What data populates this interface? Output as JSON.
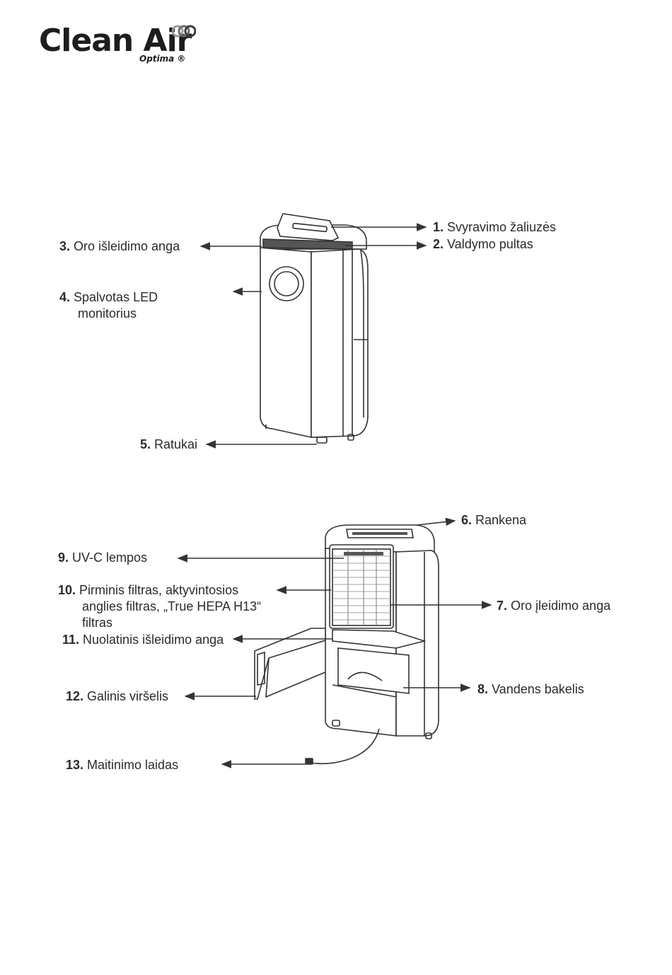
{
  "logo": {
    "name": "Clean Air",
    "sub": "Optima ®"
  },
  "labels": {
    "l1": {
      "num": "1.",
      "text": "Svyravimo žaliuzės"
    },
    "l2": {
      "num": "2.",
      "text": "Valdymo pultas"
    },
    "l3": {
      "num": "3.",
      "text": "Oro išleidimo anga"
    },
    "l4": {
      "num": "4.",
      "text": "Spalvotas LED",
      "text2": "monitorius"
    },
    "l5": {
      "num": "5.",
      "text": "Ratukai"
    },
    "l6": {
      "num": "6.",
      "text": "Rankena"
    },
    "l7": {
      "num": "7.",
      "text": "Oro įleidimo anga"
    },
    "l8": {
      "num": "8.",
      "text": "Vandens bakelis"
    },
    "l9": {
      "num": "9.",
      "text": "UV-C lempos"
    },
    "l10": {
      "num": "10.",
      "text": "Pirminis filtras, aktyvintosios",
      "text2": "anglies filtras, „True HEPA H13“",
      "text3": "filtras"
    },
    "l11": {
      "num": "11.",
      "text": "Nuolatinis išleidimo anga"
    },
    "l12": {
      "num": "12.",
      "text": "Galinis viršelis"
    },
    "l13": {
      "num": "13.",
      "text": "Maitinimo laidas"
    }
  }
}
